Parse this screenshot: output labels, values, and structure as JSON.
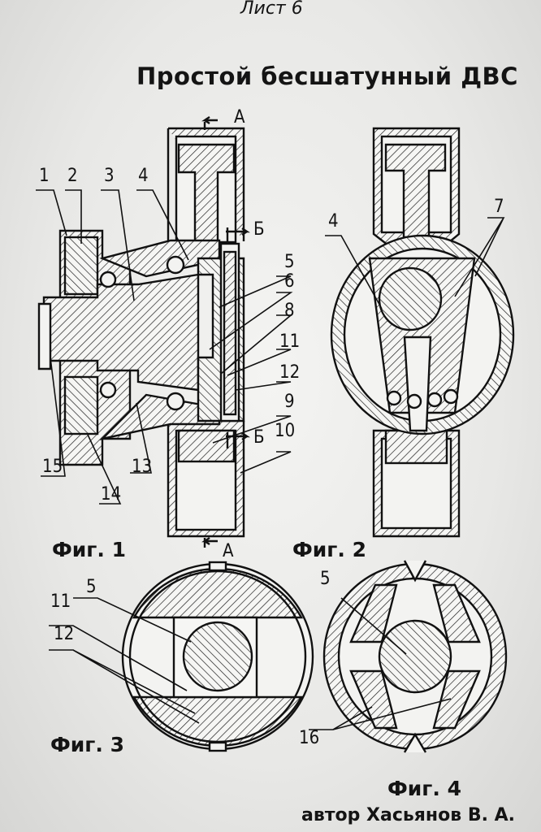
{
  "sheet": "Лист 6",
  "title": "Простой бесшатунный ДВС",
  "author": "автор Хасьянов В. А.",
  "figures": [
    "Фиг. 1",
    "Фиг. 2",
    "Фиг. 3",
    "Фиг. 4"
  ],
  "section_marks": [
    "А",
    "Б",
    "Б",
    "А"
  ],
  "fig1_labels": [
    "1",
    "2",
    "3",
    "4",
    "5",
    "6",
    "8",
    "11",
    "12",
    "9",
    "10",
    "15",
    "14",
    "13"
  ],
  "fig2_labels": [
    "4",
    "7"
  ],
  "fig3_labels": [
    "5",
    "11",
    "12"
  ],
  "fig4_labels": [
    "5",
    "16"
  ]
}
